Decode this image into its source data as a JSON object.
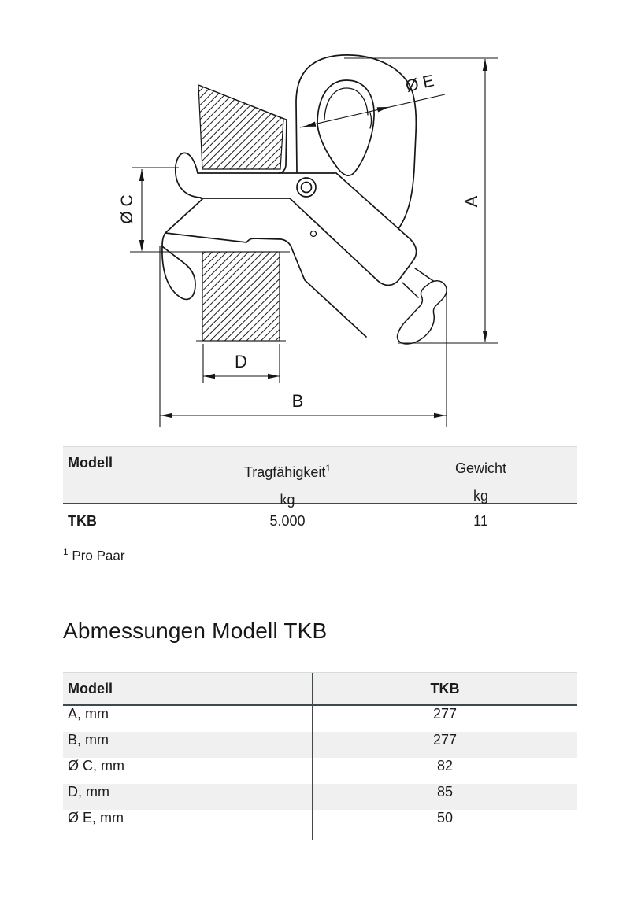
{
  "drawing": {
    "name": "lifting-clamp-dimensional-drawing",
    "labels": {
      "a": "A",
      "b": "B",
      "c": "Ø C",
      "d": "D",
      "e": "Ø E"
    }
  },
  "specs_table": {
    "col1_header": "Modell",
    "col2_header": "Tragfähigkeit",
    "col2_sup": "1",
    "col2_unit": "kg",
    "col3_header": "Gewicht",
    "col3_unit": "kg",
    "row": {
      "model": "TKB",
      "capacity": "5.000",
      "weight": "11"
    }
  },
  "footnote": {
    "sup": "1",
    "text": " Pro Paar"
  },
  "dimensions_section": {
    "heading": "Abmessungen Modell TKB",
    "table": {
      "col1_header": "Modell",
      "col2_header": "TKB",
      "rows": [
        {
          "label": "A, mm",
          "value": "277"
        },
        {
          "label": "B, mm",
          "value": "277"
        },
        {
          "label": "Ø C, mm",
          "value": "82"
        },
        {
          "label": "D, mm",
          "value": "85"
        },
        {
          "label": "Ø E, mm",
          "value": "50"
        }
      ]
    }
  },
  "colors": {
    "line_dark": "#3f4a4e",
    "header_bg": "#f0f0f1",
    "stripe_bg": "#f0f0f1",
    "drawing_line": "#161616",
    "top_border": "#d9dcdd"
  }
}
